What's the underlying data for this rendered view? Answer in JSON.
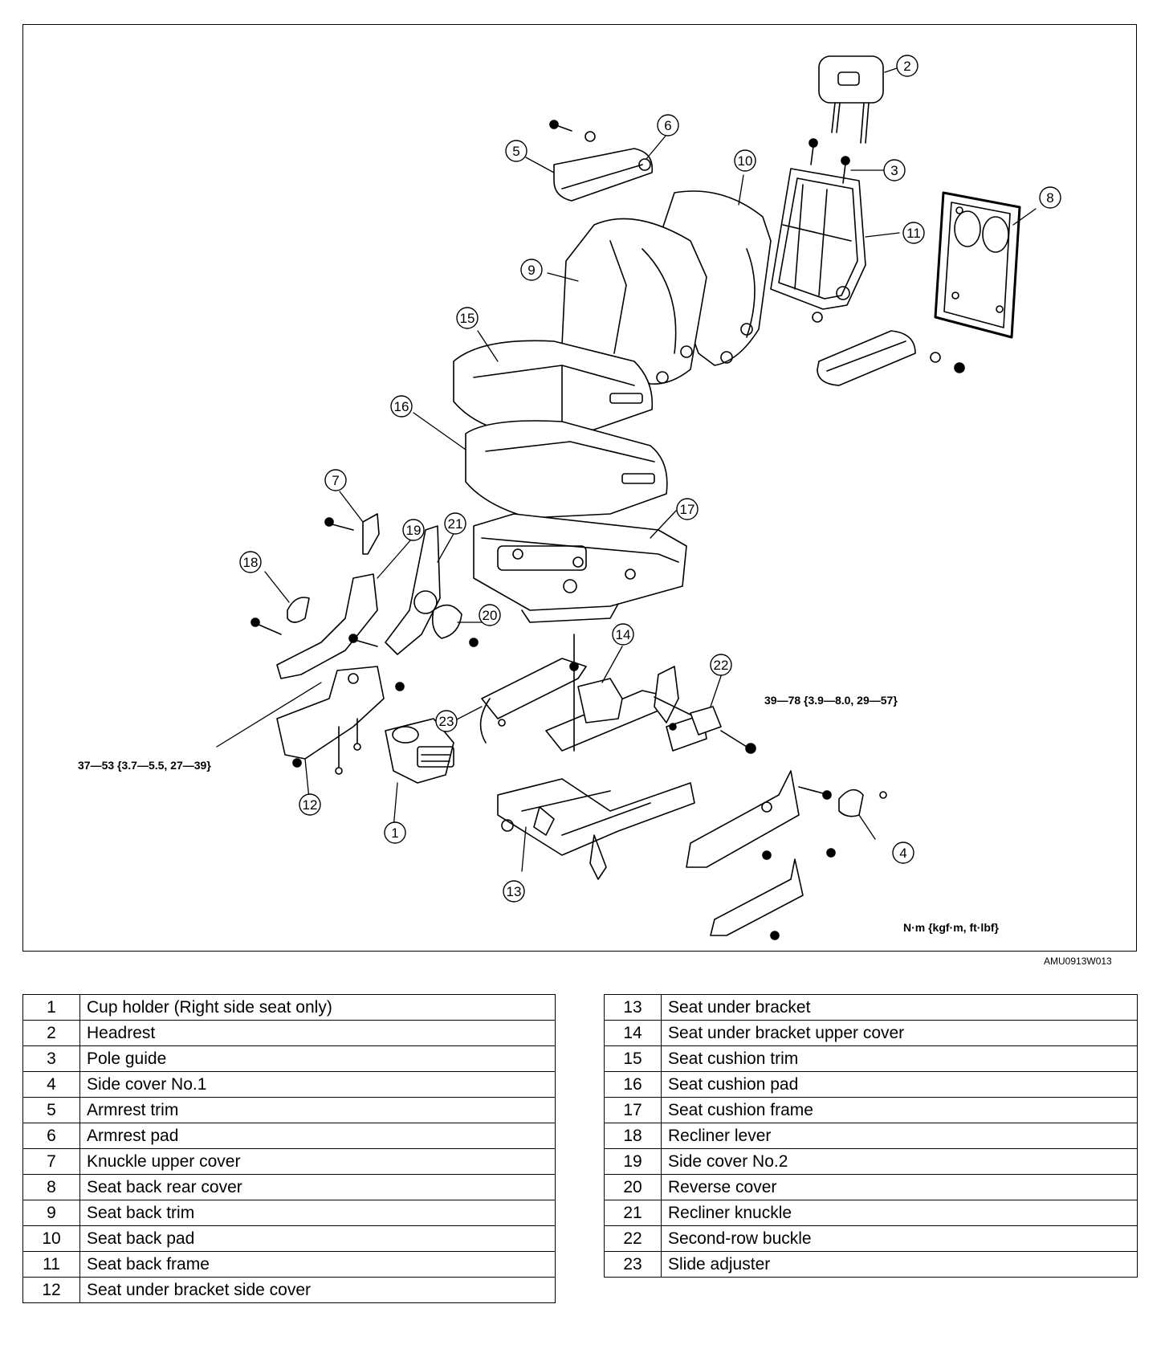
{
  "diagram": {
    "callouts": [
      {
        "num": "1"
      },
      {
        "num": "2"
      },
      {
        "num": "3"
      },
      {
        "num": "4"
      },
      {
        "num": "5"
      },
      {
        "num": "6"
      },
      {
        "num": "7"
      },
      {
        "num": "8"
      },
      {
        "num": "9"
      },
      {
        "num": "10"
      },
      {
        "num": "11"
      },
      {
        "num": "12"
      },
      {
        "num": "13"
      },
      {
        "num": "14"
      },
      {
        "num": "15"
      },
      {
        "num": "16"
      },
      {
        "num": "17"
      },
      {
        "num": "18"
      },
      {
        "num": "19"
      },
      {
        "num": "20"
      },
      {
        "num": "21"
      },
      {
        "num": "22"
      },
      {
        "num": "23"
      }
    ],
    "torque_left": "37—53 {3.7—5.5, 27—39}",
    "torque_right": "39—78 {3.9—8.0, 29—57}",
    "unit_label": "N·m {kgf·m, ft·lbf}",
    "ref_code": "AMU0913W013"
  },
  "parts_left": [
    {
      "num": "1",
      "name": "Cup holder (Right side seat only)"
    },
    {
      "num": "2",
      "name": "Headrest"
    },
    {
      "num": "3",
      "name": "Pole guide"
    },
    {
      "num": "4",
      "name": "Side cover No.1"
    },
    {
      "num": "5",
      "name": "Armrest trim"
    },
    {
      "num": "6",
      "name": "Armrest pad"
    },
    {
      "num": "7",
      "name": "Knuckle upper cover"
    },
    {
      "num": "8",
      "name": "Seat back rear cover"
    },
    {
      "num": "9",
      "name": "Seat back trim"
    },
    {
      "num": "10",
      "name": "Seat back pad"
    },
    {
      "num": "11",
      "name": "Seat back frame"
    },
    {
      "num": "12",
      "name": "Seat under bracket side cover"
    }
  ],
  "parts_right": [
    {
      "num": "13",
      "name": "Seat under bracket"
    },
    {
      "num": "14",
      "name": "Seat under bracket upper cover"
    },
    {
      "num": "15",
      "name": "Seat cushion trim"
    },
    {
      "num": "16",
      "name": "Seat cushion pad"
    },
    {
      "num": "17",
      "name": "Seat cushion frame"
    },
    {
      "num": "18",
      "name": "Recliner lever"
    },
    {
      "num": "19",
      "name": "Side cover No.2"
    },
    {
      "num": "20",
      "name": "Reverse cover"
    },
    {
      "num": "21",
      "name": "Recliner knuckle"
    },
    {
      "num": "22",
      "name": "Second-row buckle"
    },
    {
      "num": "23",
      "name": "Slide adjuster"
    }
  ]
}
